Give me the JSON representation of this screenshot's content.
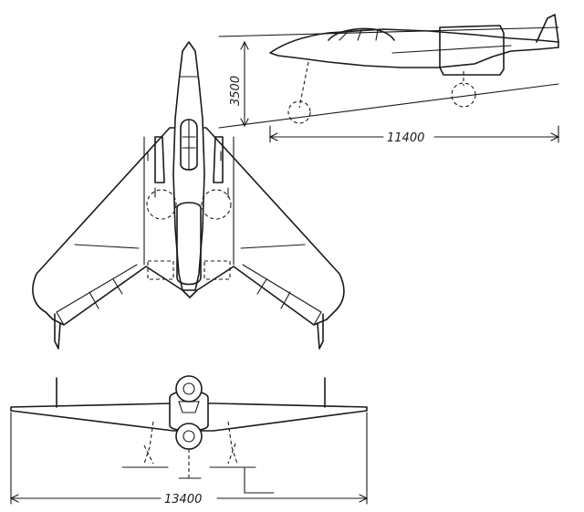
{
  "dimensions": {
    "length": "11400",
    "height": "3500",
    "span": "13400"
  }
}
